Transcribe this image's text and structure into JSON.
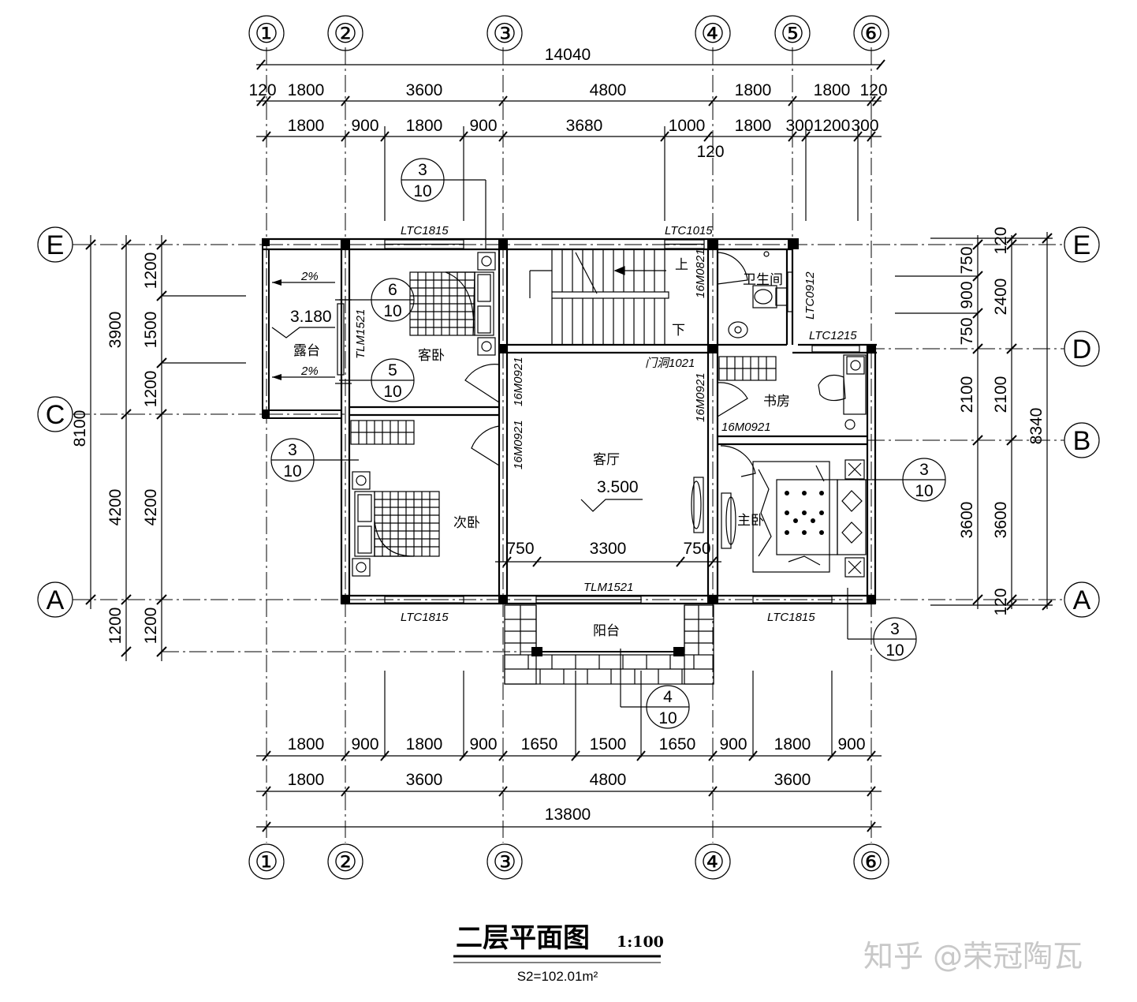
{
  "title": "二层平面图",
  "scale": "1:100",
  "area": "S2=102.01m²",
  "watermark": "知乎 @荣冠陶瓦",
  "axes": {
    "top": [
      "①",
      "②",
      "③",
      "④",
      "⑤",
      "⑥"
    ],
    "bottom": [
      "①",
      "②",
      "③",
      "④",
      "⑥"
    ],
    "left": [
      "E",
      "C",
      "A"
    ],
    "right": [
      "E",
      "D",
      "B",
      "A"
    ]
  },
  "dims": {
    "top_total": "14040",
    "top_axis": [
      "120",
      "1800",
      "3600",
      "4800",
      "1800",
      "1800",
      "120"
    ],
    "top_detail": [
      "1800",
      "900",
      "1800",
      "900",
      "3680",
      "1000",
      "1800",
      "300",
      "1200",
      "300"
    ],
    "top_extra": "120",
    "bottom_detail": [
      "1800",
      "900",
      "1800",
      "900",
      "1650",
      "1500",
      "1650",
      "900",
      "1800",
      "900"
    ],
    "bottom_axis": [
      "1800",
      "3600",
      "4800",
      "3600"
    ],
    "bottom_total": "13800",
    "left_total": "8100",
    "left_axis": [
      "3900",
      "4200",
      "1200"
    ],
    "left_detail": [
      "1200",
      "1500",
      "1200",
      "4200",
      "1200"
    ],
    "right_total": "8340",
    "right_axis": [
      "120",
      "2400",
      "2100",
      "3600",
      "120"
    ],
    "right_detail": [
      "750",
      "900",
      "750",
      "2100",
      "3600"
    ],
    "living_dims": [
      "750",
      "3300",
      "750"
    ]
  },
  "rooms": {
    "terrace": "露台",
    "guest": "客卧",
    "second": "次卧",
    "living": "客厅",
    "study": "书房",
    "master": "主卧",
    "bath": "卫生间",
    "balcony": "阳台",
    "up": "上",
    "down": "下"
  },
  "levels": [
    "3.180",
    "3.500"
  ],
  "slopes": [
    "2%",
    "2%"
  ],
  "tags": {
    "ltc1815_a": "LTC1815",
    "ltc1015": "LTC1015",
    "m0821": "16M0821",
    "ltc0912": "LTC0912",
    "ltc1215": "LTC1215",
    "tlm1521_v": "TLM1521",
    "m0921_a": "16M0921",
    "m0921_b": "16M0921",
    "opening": "门洞1021",
    "m0921_c": "16M0921",
    "m0921_d": "16M0921",
    "tlm1521_h": "TLM1521",
    "ltc1815_b": "LTC1815",
    "ltc1815_c": "LTC1815"
  },
  "callouts": [
    {
      "num": "3",
      "sheet": "10"
    },
    {
      "num": "6",
      "sheet": "10"
    },
    {
      "num": "5",
      "sheet": "10"
    },
    {
      "num": "3",
      "sheet": "10"
    },
    {
      "num": "3",
      "sheet": "10"
    },
    {
      "num": "3",
      "sheet": "10"
    },
    {
      "num": "4",
      "sheet": "10"
    }
  ]
}
